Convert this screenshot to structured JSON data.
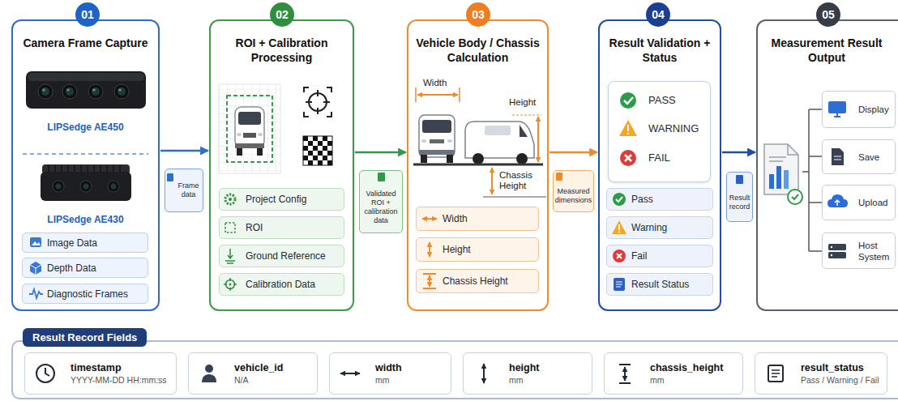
{
  "diagram": {
    "nodes": [
      {
        "text": [
          "Camera Frame Capture",
          "LIPSedge AE450",
          "LIPSedge AE430"
        ]
      },
      {
        "text": [
          "01"
        ],
        "in": 0
      },
      {
        "text": [
          "Image Data"
        ],
        "in": 0
      },
      {
        "text": [
          "Depth Data"
        ],
        "in": 0
      },
      {
        "text": [
          "Diagnostic Frames"
        ],
        "in": 0
      },
      {
        "text": [
          "Frame data"
        ]
      },
      {
        "text": [
          "ROI + Calibration Processing"
        ]
      },
      {
        "text": [
          "02"
        ],
        "in": 6
      },
      {
        "text": [
          "Project Config"
        ],
        "in": 6
      },
      {
        "text": [
          "ROI"
        ],
        "in": 6
      },
      {
        "text": [
          "Ground Reference"
        ],
        "in": 6
      },
      {
        "text": [
          "Calibration Data"
        ],
        "in": 6
      },
      {
        "text": [
          "Validated ROI + calibration data"
        ]
      },
      {
        "text": [
          "Vehicle Body / Chassis Calculation",
          "Width",
          "Height",
          "Chassis Height"
        ]
      },
      {
        "text": [
          "03"
        ],
        "in": 13
      },
      {
        "text": [
          "Width"
        ],
        "in": 13
      },
      {
        "text": [
          "Height"
        ],
        "in": 13
      },
      {
        "text": [
          "Chassis Height"
        ],
        "in": 13
      },
      {
        "text": [
          "Measured dimensions"
        ]
      },
      {
        "text": [
          "Result Validation + Status"
        ]
      },
      {
        "text": [
          "04"
        ],
        "in": 19
      },
      {
        "text": [
          "PASS",
          "WARNING",
          "FAIL"
        ],
        "in": 19
      },
      {
        "text": [
          "Pass"
        ],
        "in": 19
      },
      {
        "text": [
          "Warning"
        ],
        "in": 19
      },
      {
        "text": [
          "Fail"
        ],
        "in": 19
      },
      {
        "text": [
          "Result Status"
        ],
        "in": 19
      },
      {
        "text": [
          "Result record"
        ]
      },
      {
        "text": [
          "Measurement Result Output"
        ]
      },
      {
        "text": [
          "05"
        ],
        "in": 27
      },
      {
        "text": [
          "Display"
        ],
        "in": 27
      },
      {
        "text": [
          "Save"
        ],
        "in": 27
      },
      {
        "text": [
          "Upload"
        ],
        "in": 27
      },
      {
        "text": [
          "Host System"
        ],
        "in": 27
      },
      {
        "text": [
          "Result Record Fields"
        ]
      },
      {
        "text": [
          "timestamp",
          "YYYY-MM-DD HH:mm:ss"
        ],
        "in": 33
      },
      {
        "text": [
          "vehicle_id",
          "N/A"
        ],
        "in": 33
      },
      {
        "text": [
          "width",
          "mm"
        ],
        "in": 33
      },
      {
        "text": [
          "height",
          "mm"
        ],
        "in": 33
      },
      {
        "text": [
          "chassis_height",
          "mm"
        ],
        "in": 33
      },
      {
        "text": [
          "result_status",
          "Pass / Warning / Fail"
        ],
        "in": 33
      }
    ],
    "edges": [
      {
        "from": 0,
        "to": 6,
        "arrow": "to"
      },
      {
        "from": 6,
        "to": 13,
        "arrow": "to"
      },
      {
        "from": 13,
        "to": 19,
        "arrow": "to"
      },
      {
        "from": 19,
        "to": 27,
        "arrow": "to"
      }
    ]
  }
}
